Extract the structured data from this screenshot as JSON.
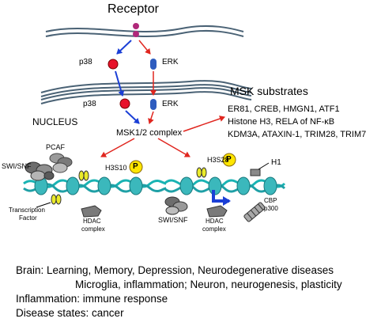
{
  "labels": {
    "receptor": "Receptor",
    "p38": "p38",
    "erk": "ERK",
    "nucleus": "NUCLEUS",
    "msk_complex": "MSK1/2 complex",
    "pcaf": "PCAF",
    "swi_snf": "SWI/SNF",
    "h3s10": "H3S10",
    "h3s28": "H3S28",
    "h1": "H1",
    "phospho": "P",
    "transcription": "Transcription",
    "factor": "Factor",
    "hdac": "HDAC",
    "complex": "complex",
    "cbp": "CBP",
    "p300": "p300"
  },
  "substrates": {
    "title": "MSK substrates",
    "lines": [
      "ER81, CREB, HMGN1, ATF1",
      "Histone H3, RELA of NF-κB",
      "KDM3A, ATAXIN-1, TRIM28, TRIM7"
    ]
  },
  "bottom_lines": [
    "Brain: Learning, Memory, Depression, Neurodegenerative diseases",
    "Microglia, inflammation; Neuron, neurogenesis, plasticity",
    "Inflammation: immune response",
    "Disease states: cancer"
  ],
  "colors": {
    "membrane": "#4a6275",
    "p38": "#e8122a",
    "erk": "#2e5cbf",
    "blue_arrow": "#1b3fd6",
    "red_arrow": "#e0261f",
    "dna": "#19b3b3",
    "phospho_fill": "#ffe600",
    "receptor": "#b0287a",
    "swi_snf": "#7a7a7a",
    "factor": "#e8e01a"
  }
}
